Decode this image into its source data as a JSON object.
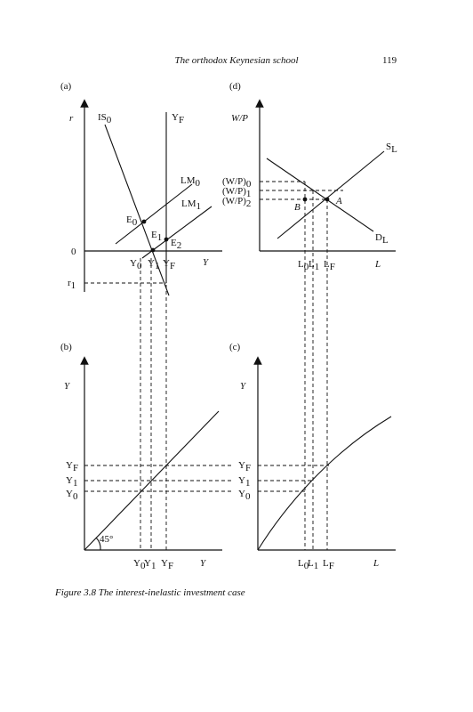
{
  "header": {
    "title": "The orthodox Keynesian school",
    "page_number": "119"
  },
  "panels": {
    "a": {
      "label": "(a)",
      "y_axis": "r",
      "x_axis": "Y",
      "zero": "0",
      "r1": "r",
      "r1_sub": "1",
      "curves": {
        "IS0": "IS",
        "IS0_sub": "0",
        "YF": "Y",
        "YF_sub": "F",
        "LM0": "LM",
        "LM0_sub": "0",
        "LM1": "LM",
        "LM1_sub": "1"
      },
      "points": {
        "E0": "E",
        "E0_sub": "0",
        "E1": "E",
        "E1_sub": "1",
        "E2": "E",
        "E2_sub": "2"
      },
      "x_ticks": [
        "Y",
        "Y",
        "Y"
      ],
      "x_ticks_sub": [
        "0",
        "1",
        "F"
      ]
    },
    "b": {
      "label": "(b)",
      "y_axis": "Y",
      "x_axis": "Y",
      "angle": "45°",
      "y_ticks": [
        "Y",
        "Y",
        "Y"
      ],
      "y_ticks_sub": [
        "F",
        "1",
        "0"
      ],
      "x_ticks": [
        "Y",
        "Y",
        "Y"
      ],
      "x_ticks_sub": [
        "0",
        "1",
        "F"
      ]
    },
    "c": {
      "label": "(c)",
      "y_axis": "Y",
      "x_axis": "L",
      "y_ticks": [
        "Y",
        "Y",
        "Y"
      ],
      "y_ticks_sub": [
        "F",
        "1",
        "0"
      ],
      "x_ticks": [
        "L",
        "L",
        "L"
      ],
      "x_ticks_sub": [
        "0",
        "1",
        "F"
      ]
    },
    "d": {
      "label": "(d)",
      "y_axis": "W/P",
      "x_axis": "L",
      "curves": {
        "SL": "S",
        "SL_sub": "L",
        "DL": "D",
        "DL_sub": "L"
      },
      "points": {
        "A": "A",
        "B": "B"
      },
      "y_ticks": [
        "(W/P)",
        "(W/P)",
        "(W/P)"
      ],
      "y_ticks_sub": [
        "0",
        "1",
        "2"
      ],
      "x_ticks": [
        "L",
        "L",
        "L"
      ],
      "x_ticks_sub": [
        "0",
        "1",
        "F"
      ]
    }
  },
  "caption": "Figure 3.8   The interest-inelastic investment case"
}
